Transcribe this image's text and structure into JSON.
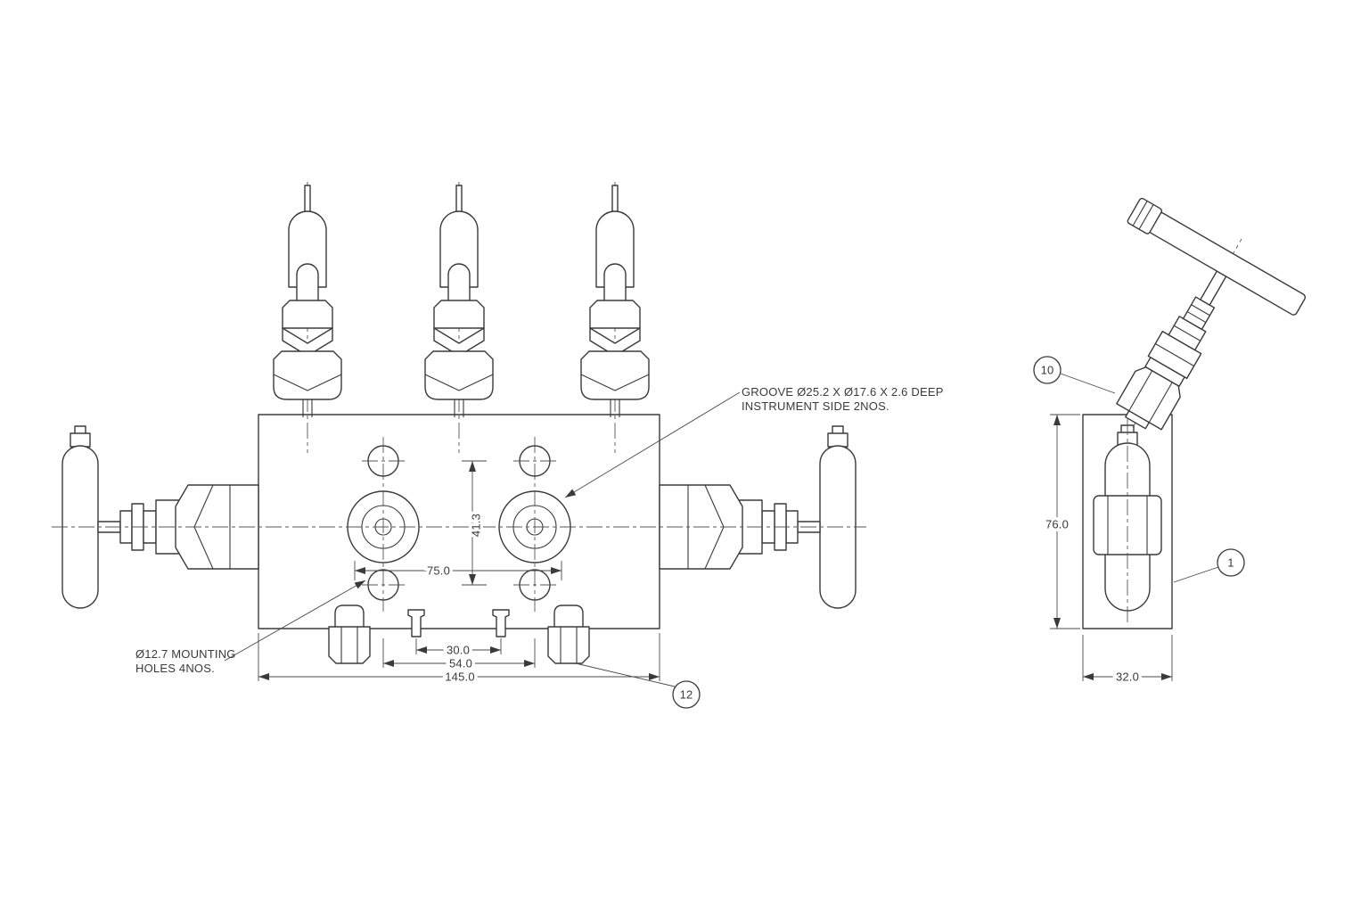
{
  "annotations": {
    "groove": {
      "line1": "GROOVE Ø25.2 X Ø17.6 X 2.6 DEEP",
      "line2": "INSTRUMENT SIDE 2NOS."
    },
    "mounting": {
      "line1": "Ø12.7 MOUNTING",
      "line2": "HOLES 4NOS."
    }
  },
  "dimensions": {
    "port_vertical_spacing": "41.3",
    "port_horizontal_spacing": "75.0",
    "drain_port_spacing": "30.0",
    "vent_port_spacing": "54.0",
    "overall_width": "145.0",
    "body_height": "76.0",
    "body_width": "32.0"
  },
  "balloons": {
    "valve_item": "10",
    "body_item": "1",
    "plug_item": "12"
  },
  "colors": {
    "line": "#3a3a3a",
    "background": "#ffffff"
  }
}
